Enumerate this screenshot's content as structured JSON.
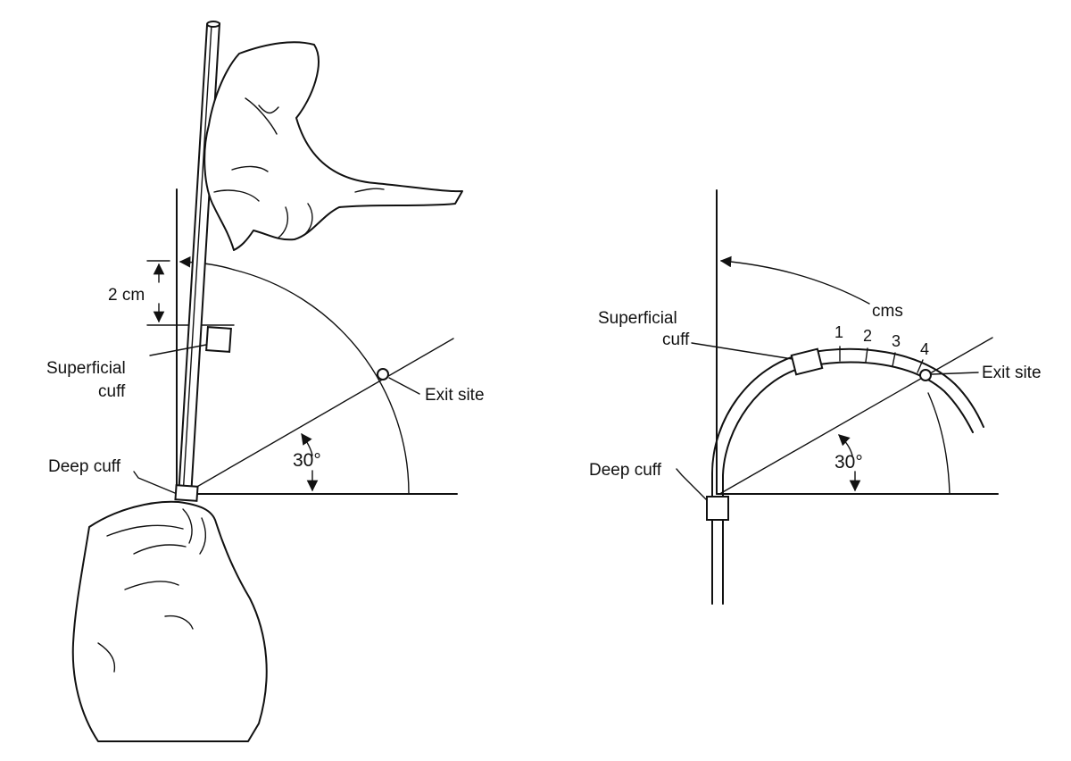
{
  "left_panel": {
    "labels": {
      "distance": "2 cm",
      "superficial_line1": "Superficial",
      "superficial_line2": "cuff",
      "exit_site": "Exit site",
      "angle": "30°",
      "deep_cuff": "Deep cuff"
    }
  },
  "right_panel": {
    "labels": {
      "superficial_line1": "Superficial",
      "superficial_line2": "cuff",
      "units": "cms",
      "tick_1": "1",
      "tick_2": "2",
      "tick_3": "3",
      "tick_4": "4",
      "exit_site": "Exit site",
      "angle": "30°",
      "deep_cuff": "Deep cuff"
    }
  }
}
